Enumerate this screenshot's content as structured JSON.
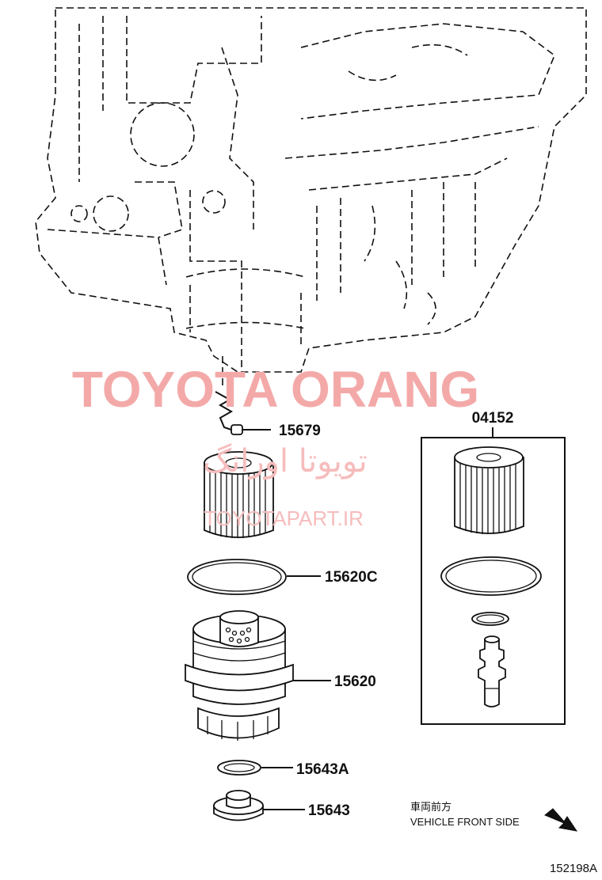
{
  "watermark": {
    "brand": "TOYOTA ORANG",
    "persian": "تویوتا اورانگ",
    "site": "TOYOTAPART.IR"
  },
  "parts": {
    "p15679": "15679",
    "p15620C": "15620C",
    "p15620": "15620",
    "p15643A": "15643A",
    "p15643": "15643",
    "p04152": "04152"
  },
  "orientation": {
    "japanese": "車両前方",
    "english": "VEHICLE FRONT SIDE"
  },
  "diagram_id": "152198A"
}
